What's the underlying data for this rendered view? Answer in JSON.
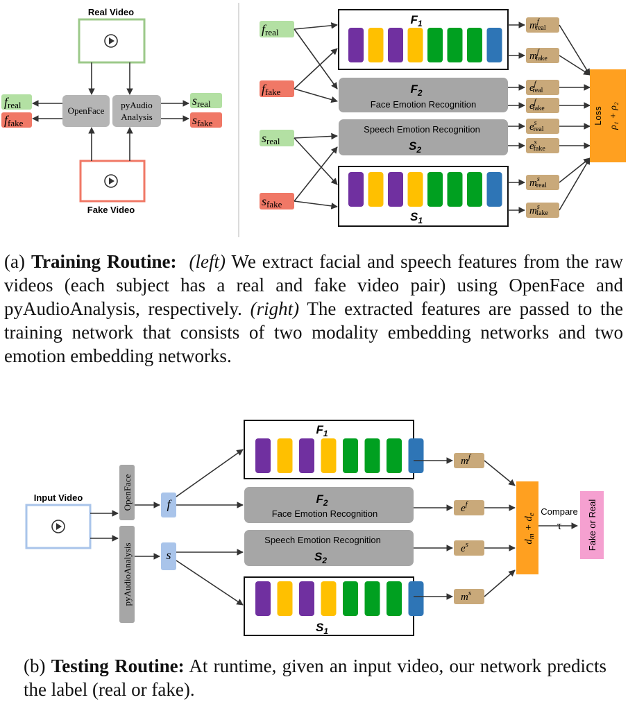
{
  "training": {
    "left": {
      "real_video_title": "Real Video",
      "fake_video_title": "Fake Video",
      "openface": "OpenFace",
      "pyaudio_line1": "pyAudio",
      "pyaudio_line2": "Analysis",
      "f_real": "f",
      "f_real_sub": "real",
      "f_fake": "f",
      "f_fake_sub": "fake",
      "s_real": "s",
      "s_real_sub": "real",
      "s_fake": "s",
      "s_fake_sub": "fake"
    },
    "right": {
      "f_real": "f",
      "f_real_sub": "real",
      "f_fake": "f",
      "f_fake_sub": "fake",
      "s_real": "s",
      "s_real_sub": "real",
      "s_fake": "s",
      "s_fake_sub": "fake",
      "F1": "F",
      "F1_sub": "1",
      "F2": "F",
      "F2_sub": "2",
      "F2_desc": "Face Emotion Recognition",
      "S2_desc": "Speech Emotion Recognition",
      "S2": "S",
      "S2_sub": "2",
      "S1": "S",
      "S1_sub": "1",
      "outputs": [
        {
          "base": "m",
          "sup": "f",
          "sub": "real"
        },
        {
          "base": "m",
          "sup": "f",
          "sub": "fake"
        },
        {
          "base": "e",
          "sup": "f",
          "sub": "real"
        },
        {
          "base": "e",
          "sup": "f",
          "sub": "fake"
        },
        {
          "base": "e",
          "sup": "s",
          "sub": "real"
        },
        {
          "base": "e",
          "sup": "s",
          "sub": "fake"
        },
        {
          "base": "m",
          "sup": "s",
          "sub": "real"
        },
        {
          "base": "m",
          "sup": "s",
          "sub": "fake"
        }
      ],
      "loss_label": "Loss",
      "loss_formula": "ρ₁ + ρ₂"
    },
    "caption": {
      "label": "(a) ",
      "title": "Training Routine:",
      "left_tag": "(left)",
      "text1": " We extract facial and speech features from the raw videos (each subject has a real and fake video pair) using OpenFace and pyAudioAnalysis, respectively. ",
      "right_tag": "(right)",
      "text2": " The extracted features are passed to the training network that consists of two modality embedding networks and two emotion embedding networks."
    }
  },
  "testing": {
    "input_video_title": "Input Video",
    "openface": "OpenFace",
    "pyaudio": "pyAudioAnalysis",
    "f": "f",
    "s": "s",
    "F1": "F",
    "F1_sub": "1",
    "F2": "F",
    "F2_sub": "2",
    "F2_desc": "Face Emotion Recognition",
    "S2_desc": "Speech Emotion Recognition",
    "S2": "S",
    "S2_sub": "2",
    "S1": "S",
    "S1_sub": "1",
    "outputs": [
      {
        "base": "m",
        "sup": "f"
      },
      {
        "base": "e",
        "sup": "f"
      },
      {
        "base": "e",
        "sup": "s"
      },
      {
        "base": "m",
        "sup": "s"
      }
    ],
    "distance": "d",
    "distance_sub_m": "m",
    "distance_sub_e": "e",
    "compare": "Compare",
    "tau": "τ",
    "result": "Fake or Real",
    "caption": {
      "label": "(b) ",
      "title": "Testing Routine:",
      "text": "  At runtime, given an input video, our network predicts the label (real or fake)."
    }
  },
  "colors": {
    "purple": "#7030a0",
    "yellow": "#ffc000",
    "green": "#00a020",
    "blue": "#2e75b6",
    "gray": "#a6a6a6",
    "tan": "#c9a97a",
    "orange": "#ffa020",
    "green_feat": "#b3e0a3",
    "red_feat": "#f07866",
    "blue_feat": "#a9c4ea",
    "pink": "#f5a0d0"
  }
}
